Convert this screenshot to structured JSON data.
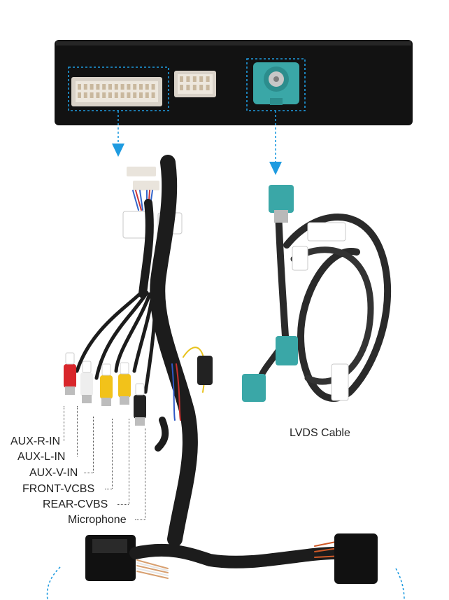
{
  "labels": {
    "aux_r_in": "AUX-R-IN",
    "aux_l_in": "AUX-L-IN",
    "aux_v_in": "AUX-V-IN",
    "front_vcbs": "FRONT-VCBS",
    "rear_cvbs": "REAR-CVBS",
    "microphone": "Microphone",
    "lvds_cable": "LVDS Cable"
  },
  "colors": {
    "accent": "#1e9be0",
    "module": "#121212",
    "cable": "#1c1c1c",
    "fakra_teal": "#3aa7a7",
    "rca_red": "#d8262b",
    "rca_white": "#eeeeee",
    "rca_yellow": "#f2c21a"
  }
}
